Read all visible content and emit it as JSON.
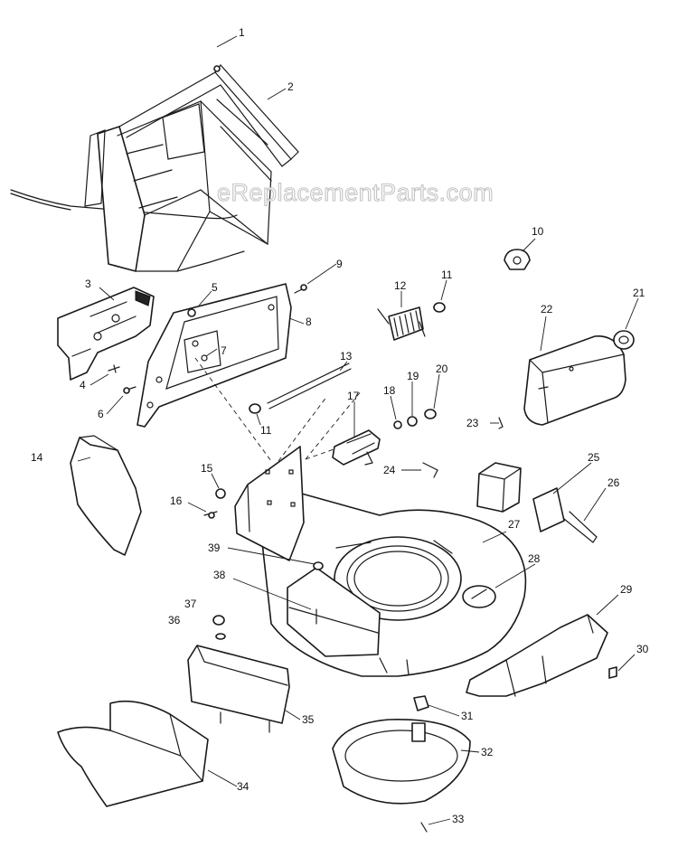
{
  "watermark": "eReplacementParts.com",
  "callouts": [
    {
      "id": "c1",
      "text": "1"
    },
    {
      "id": "c2",
      "text": "2"
    },
    {
      "id": "c3",
      "text": "3"
    },
    {
      "id": "c4",
      "text": "4"
    },
    {
      "id": "c5",
      "text": "5"
    },
    {
      "id": "c6",
      "text": "6"
    },
    {
      "id": "c7",
      "text": "7"
    },
    {
      "id": "c8",
      "text": "8"
    },
    {
      "id": "c9",
      "text": "9"
    },
    {
      "id": "c10",
      "text": "10"
    },
    {
      "id": "c11a",
      "text": "11"
    },
    {
      "id": "c11b",
      "text": "11"
    },
    {
      "id": "c12",
      "text": "12"
    },
    {
      "id": "c13",
      "text": "13"
    },
    {
      "id": "c14",
      "text": "14"
    },
    {
      "id": "c15",
      "text": "15"
    },
    {
      "id": "c16",
      "text": "16"
    },
    {
      "id": "c17",
      "text": "17"
    },
    {
      "id": "c18",
      "text": "18"
    },
    {
      "id": "c19",
      "text": "19"
    },
    {
      "id": "c20",
      "text": "20"
    },
    {
      "id": "c21",
      "text": "21"
    },
    {
      "id": "c22",
      "text": "22"
    },
    {
      "id": "c23",
      "text": "23"
    },
    {
      "id": "c24",
      "text": "24"
    },
    {
      "id": "c25",
      "text": "25"
    },
    {
      "id": "c26",
      "text": "26"
    },
    {
      "id": "c27",
      "text": "27"
    },
    {
      "id": "c28",
      "text": "28"
    },
    {
      "id": "c29",
      "text": "29"
    },
    {
      "id": "c30",
      "text": "30"
    },
    {
      "id": "c31",
      "text": "31"
    },
    {
      "id": "c32",
      "text": "32"
    },
    {
      "id": "c33",
      "text": "33"
    },
    {
      "id": "c34",
      "text": "34"
    },
    {
      "id": "c35",
      "text": "35"
    },
    {
      "id": "c36",
      "text": "36"
    },
    {
      "id": "c37",
      "text": "37"
    },
    {
      "id": "c38",
      "text": "38"
    },
    {
      "id": "c39",
      "text": "39"
    }
  ]
}
